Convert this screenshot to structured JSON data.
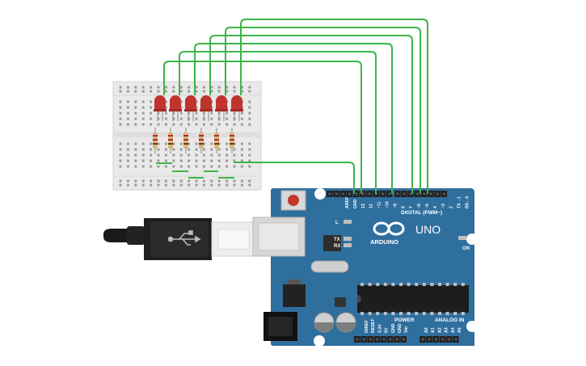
{
  "board": {
    "model": "UNO",
    "brand": "ARDUINO",
    "digital_label": "DIGITAL (PWM~)",
    "power_label": "POWER",
    "analog_label": "ANALOG IN",
    "on_label": "ON",
    "led_l_label": "L",
    "tx_label": "TX",
    "rx_label": "RX",
    "top_pin_labels": [
      "AREF",
      "GND",
      "13",
      "12",
      "~11",
      "~10",
      "~9",
      "8",
      "7",
      "~6",
      "~5",
      "4",
      "~3",
      "2",
      "TX→1",
      "RX←0"
    ],
    "power_pin_labels": [
      "IOREF",
      "RESET",
      "3.3V",
      "5V",
      "GND",
      "GND",
      "Vin"
    ],
    "analog_pin_labels": [
      "A0",
      "A1",
      "A2",
      "A3",
      "A4",
      "A5"
    ]
  },
  "colors": {
    "board": "#2f6f9e",
    "wire": "#3cb54a",
    "led": "#c0342c",
    "breadboard": "#e9e9e9"
  }
}
